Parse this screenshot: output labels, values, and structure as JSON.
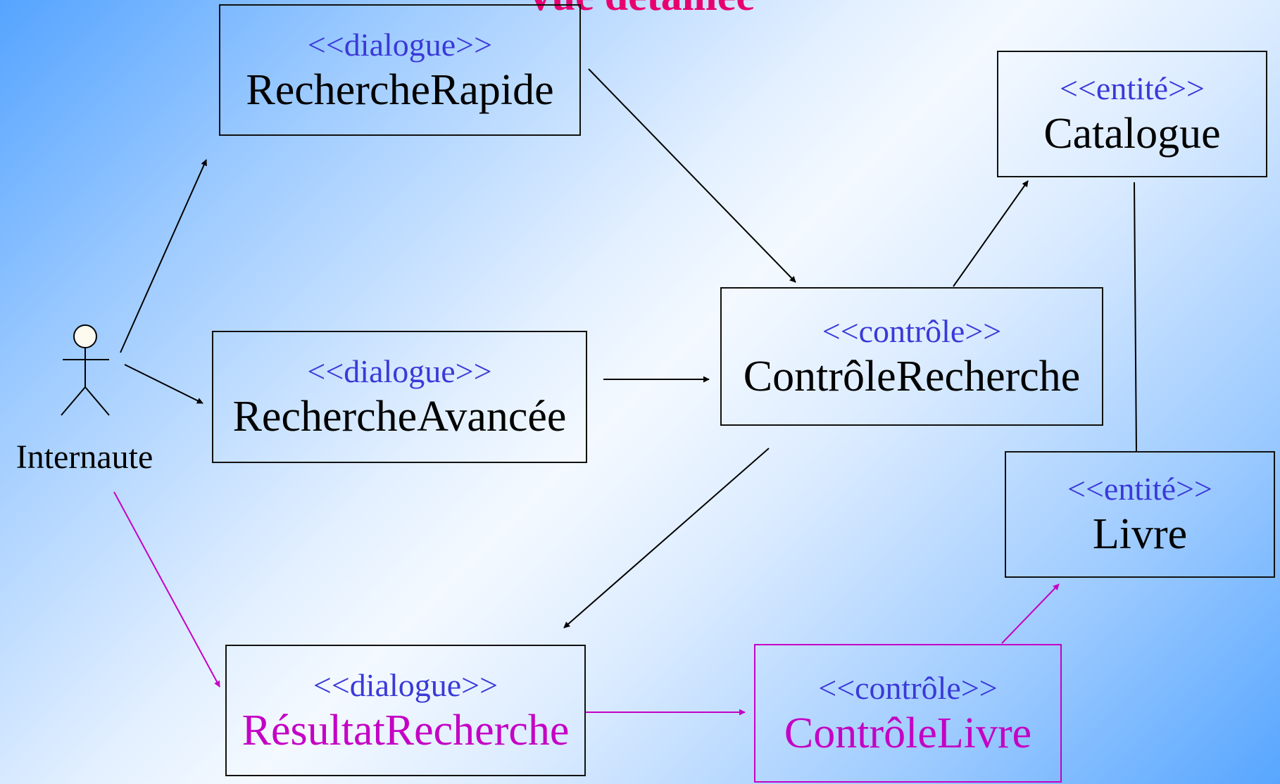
{
  "diagram": {
    "title": "Vue détaillée",
    "actor": {
      "name": "Internaute"
    },
    "classes": {
      "recherche_rapide": {
        "stereotype": "<<dialogue>>",
        "name": "RechercheRapide"
      },
      "recherche_avancee": {
        "stereotype": "<<dialogue>>",
        "name": "RechercheAvancée"
      },
      "resultat_recherche": {
        "stereotype": "<<dialogue>>",
        "name": "RésultatRecherche"
      },
      "controle_recherche": {
        "stereotype": "<<contrôle>>",
        "name": "ContrôleRecherche"
      },
      "controle_livre": {
        "stereotype": "<<contrôle>>",
        "name": "ContrôleLivre"
      },
      "catalogue": {
        "stereotype": "<<entité>>",
        "name": "Catalogue"
      },
      "livre": {
        "stereotype": "<<entité>>",
        "name": "Livre"
      }
    },
    "colors": {
      "title": "#e8006f",
      "stereotype": "#3a3ad8",
      "highlight": "#c400c4",
      "line": "#000000"
    },
    "links": [
      {
        "from": "Internaute",
        "to": "RechercheRapide",
        "arrow": true
      },
      {
        "from": "Internaute",
        "to": "RechercheAvancée",
        "arrow": true
      },
      {
        "from": "Internaute",
        "to": "RésultatRecherche",
        "arrow": true,
        "highlight": true
      },
      {
        "from": "RechercheRapide",
        "to": "ContrôleRecherche",
        "arrow": true
      },
      {
        "from": "RechercheAvancée",
        "to": "ContrôleRecherche",
        "arrow": true
      },
      {
        "from": "ContrôleRecherche",
        "to": "Catalogue",
        "arrow": true
      },
      {
        "from": "ContrôleRecherche",
        "to": "RésultatRecherche",
        "arrow": true
      },
      {
        "from": "Catalogue",
        "to": "Livre",
        "arrow": false
      },
      {
        "from": "RésultatRecherche",
        "to": "ContrôleLivre",
        "arrow": true,
        "highlight": true
      },
      {
        "from": "ContrôleLivre",
        "to": "Livre",
        "arrow": true,
        "highlight": true
      }
    ]
  }
}
